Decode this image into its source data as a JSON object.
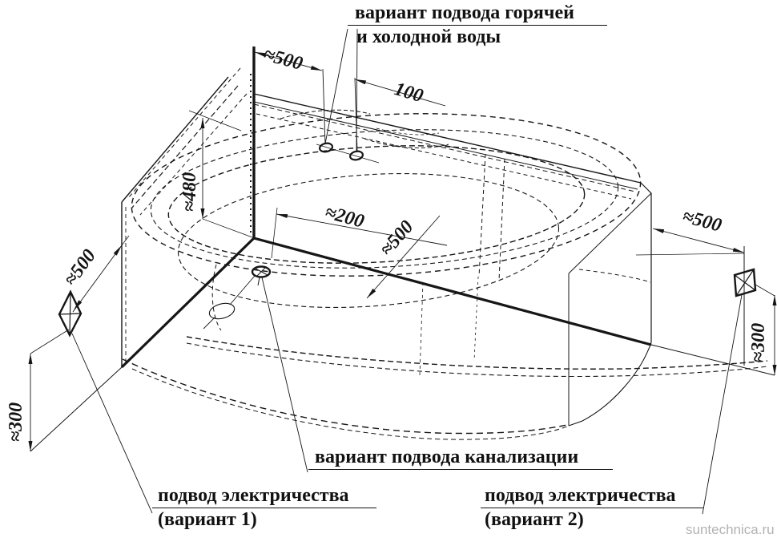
{
  "diagram": {
    "labels": {
      "water_supply_line1": "вариант подвода горячей",
      "water_supply_line2": "и холодной воды",
      "sewer": "вариант подвода канализации",
      "electric1_line1": "подвод электричества",
      "electric1_line2": "(вариант 1)",
      "electric2_line1": "подвод электричества",
      "electric2_line2": "(вариант 2)"
    },
    "dimensions": {
      "top_wall_to_hole": "≈500",
      "between_holes": "100",
      "rim_height": "≈480",
      "corner_to_drain": "≈200",
      "drain_to_front": "≈500",
      "left_wall_to_outlet": "≈500",
      "left_outlet_height": "≈300",
      "right_wall_to_outlet": "≈500",
      "right_outlet_height": "≈300"
    },
    "watermark": "suntechnica.ru",
    "colors": {
      "ink": "#161616",
      "watermark_gray": "#b3b3b3"
    }
  }
}
